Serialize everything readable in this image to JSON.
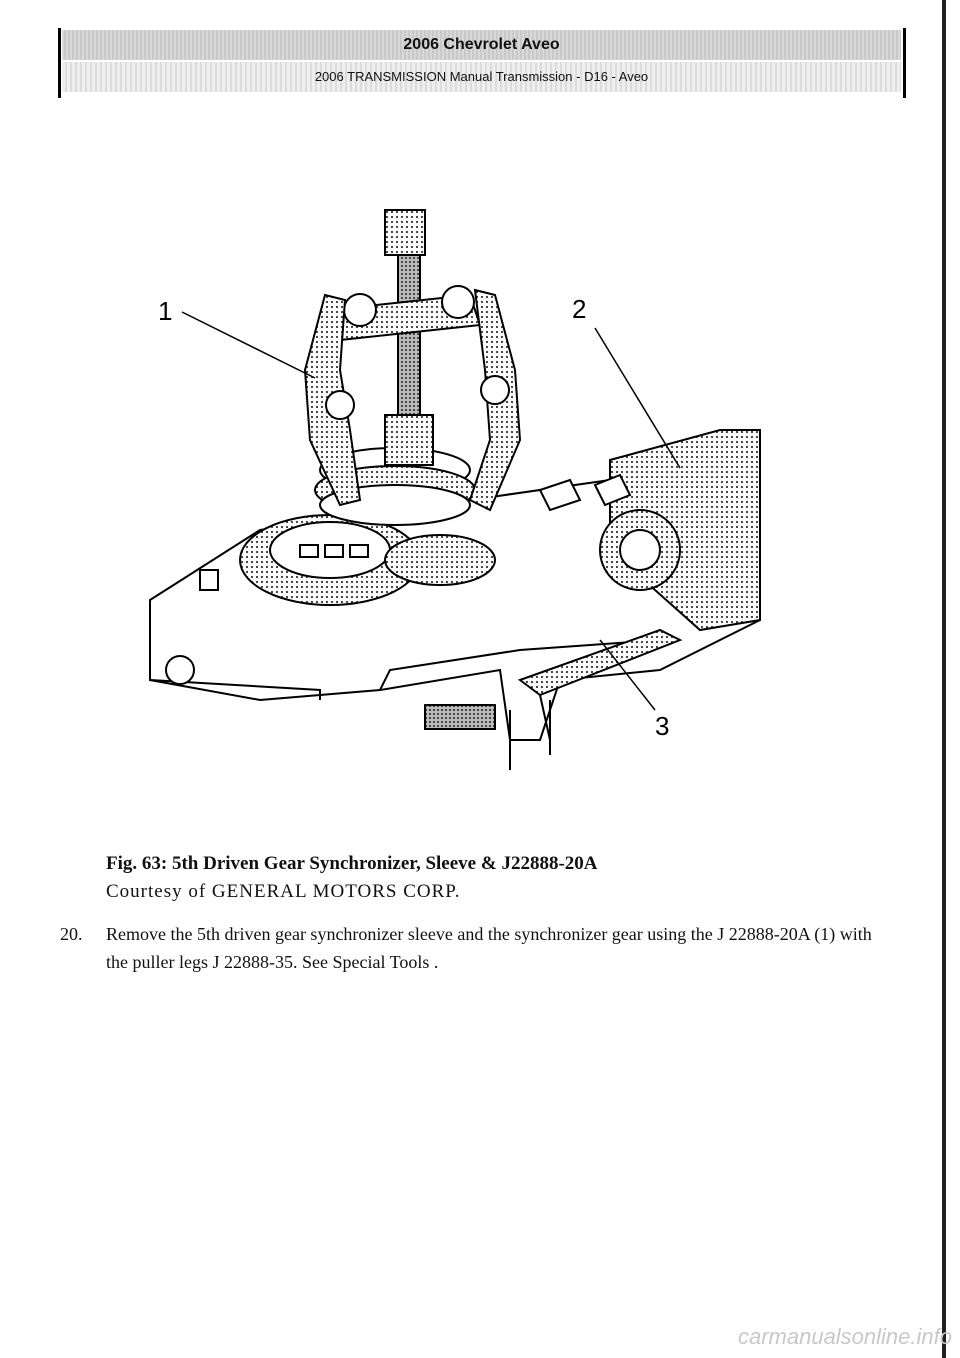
{
  "header": {
    "title": "2006 Chevrolet Aveo",
    "subtitle": "2006 TRANSMISSION Manual Transmission - D16 - Aveo"
  },
  "figure": {
    "callouts": [
      "1",
      "2",
      "3"
    ],
    "caption": "Fig. 63: 5th Driven Gear Synchronizer, Sleeve & J22888-20A",
    "courtesy": "Courtesy of GENERAL MOTORS CORP."
  },
  "steps": [
    {
      "number": "20.",
      "text": "Remove the 5th driven gear synchronizer sleeve and the synchronizer gear using the J 22888-20A (1) with the puller legs J 22888-35. See Special Tools ."
    }
  ],
  "footer": {
    "watermark": "carmanualsonline.info"
  }
}
